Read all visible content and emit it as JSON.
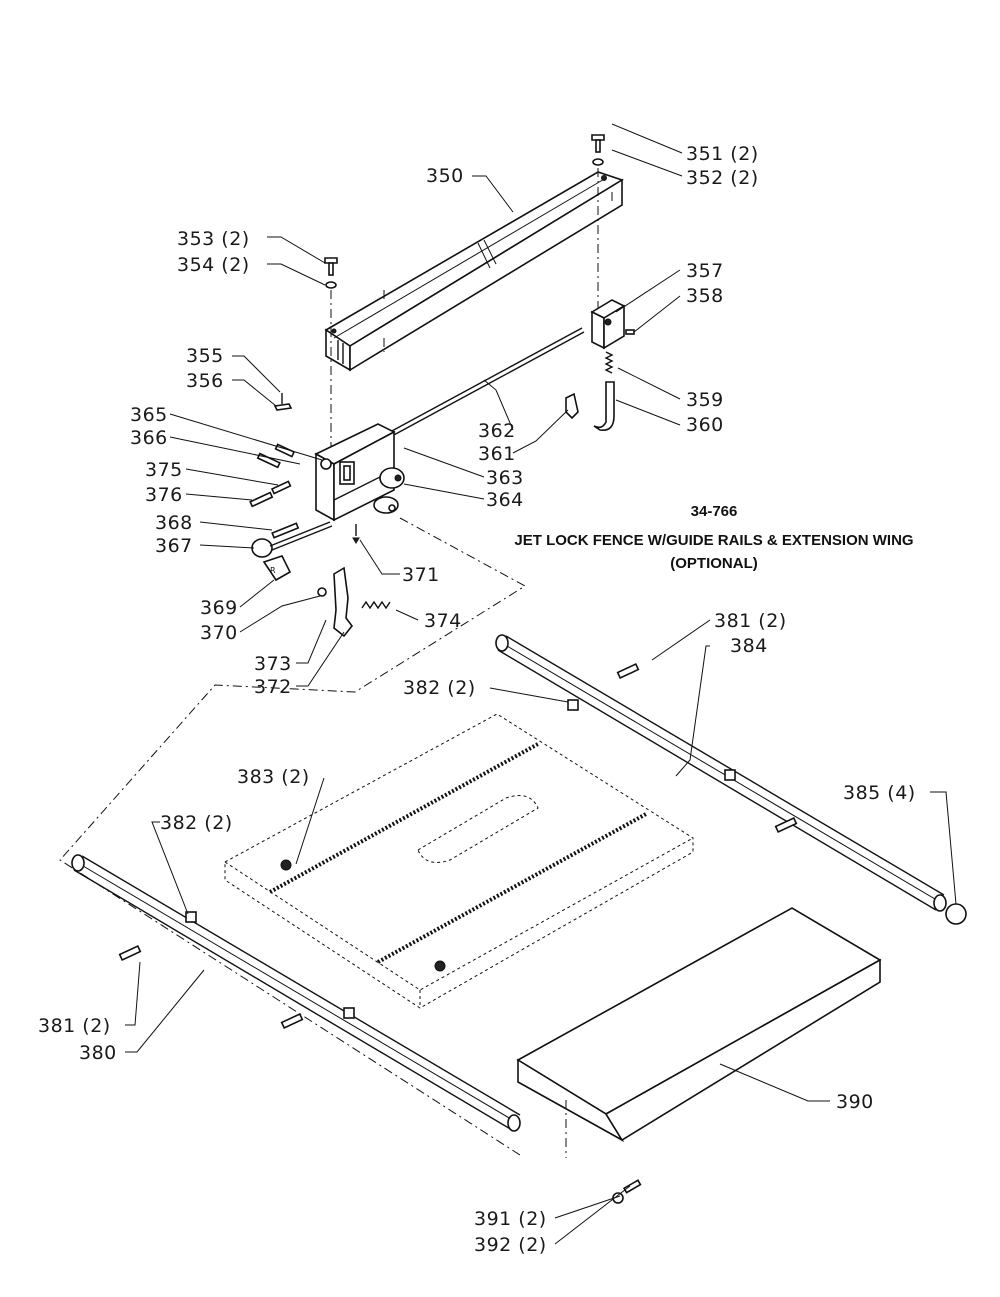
{
  "title": {
    "model": "34-766",
    "line1": "JET LOCK FENCE W/GUIDE RAILS & EXTENSION WING",
    "line2": "(OPTIONAL)"
  },
  "callouts": [
    {
      "id": "351",
      "text": "351 (2)"
    },
    {
      "id": "352",
      "text": "352 (2)"
    },
    {
      "id": "350",
      "text": "350"
    },
    {
      "id": "353",
      "text": "353 (2)"
    },
    {
      "id": "354",
      "text": "354 (2)"
    },
    {
      "id": "357",
      "text": "357"
    },
    {
      "id": "358",
      "text": "358"
    },
    {
      "id": "355",
      "text": "355"
    },
    {
      "id": "356",
      "text": "356"
    },
    {
      "id": "359",
      "text": "359"
    },
    {
      "id": "360",
      "text": "360"
    },
    {
      "id": "365",
      "text": "365"
    },
    {
      "id": "366",
      "text": "366"
    },
    {
      "id": "362",
      "text": "362"
    },
    {
      "id": "361",
      "text": "361"
    },
    {
      "id": "363",
      "text": "363"
    },
    {
      "id": "375",
      "text": "375"
    },
    {
      "id": "376",
      "text": "376"
    },
    {
      "id": "364",
      "text": "364"
    },
    {
      "id": "368",
      "text": "368"
    },
    {
      "id": "367",
      "text": "367"
    },
    {
      "id": "371",
      "text": "371"
    },
    {
      "id": "369",
      "text": "369"
    },
    {
      "id": "370",
      "text": "370"
    },
    {
      "id": "374",
      "text": "374"
    },
    {
      "id": "373",
      "text": "373"
    },
    {
      "id": "372",
      "text": "372"
    },
    {
      "id": "381a",
      "text": "381 (2)"
    },
    {
      "id": "384",
      "text": "384"
    },
    {
      "id": "382a",
      "text": "382 (2)"
    },
    {
      "id": "383",
      "text": "383 (2)"
    },
    {
      "id": "385",
      "text": "385 (4)"
    },
    {
      "id": "382b",
      "text": "382 (2)"
    },
    {
      "id": "381b",
      "text": "381 (2)"
    },
    {
      "id": "380",
      "text": "380"
    },
    {
      "id": "390",
      "text": "390"
    },
    {
      "id": "391",
      "text": "391 (2)"
    },
    {
      "id": "392",
      "text": "392 (2)"
    }
  ]
}
